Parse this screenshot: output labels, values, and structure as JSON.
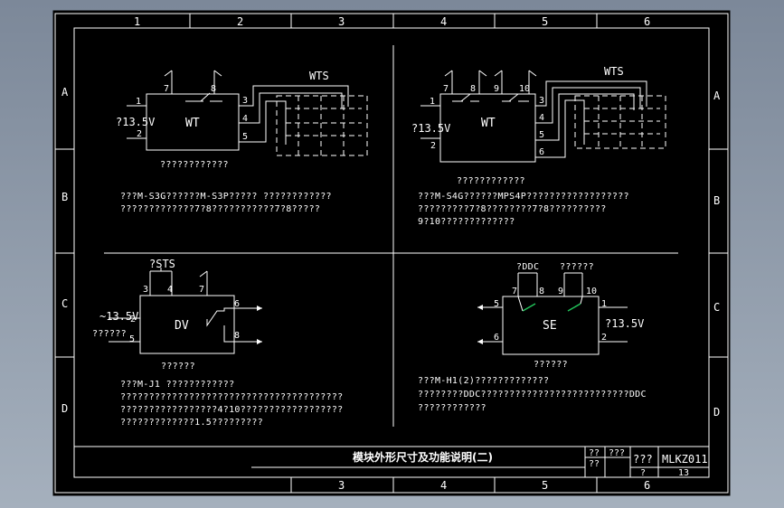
{
  "grid": {
    "top_cols": [
      "1",
      "2",
      "3",
      "4",
      "5",
      "6"
    ],
    "bottom_cols": [
      "3",
      "4",
      "5",
      "6"
    ],
    "rows": [
      "A",
      "B",
      "C",
      "D"
    ]
  },
  "panel_wt_single": {
    "pins": [
      "7",
      "8",
      "1",
      "3",
      "4",
      "5",
      "2"
    ],
    "supply_label": "?13.5V",
    "module_label": "WT",
    "sensor_label": "WTS",
    "caption": "????????????",
    "notes": [
      "???M-S3G??????M-S3P?????  ????????????",
      "?????????????7?8???????????7?8?????"
    ]
  },
  "panel_wt_double": {
    "pins": [
      "7",
      "8",
      "9",
      "10",
      "1",
      "3",
      "4",
      "5",
      "6",
      "2"
    ],
    "supply_label": "?13.5V",
    "module_label": "WT",
    "sensor_label": "WTS",
    "caption": "????????????",
    "notes": [
      "???M-S4G??????MPS4P??????????????????",
      "?????????7?8????????7?8??????????",
      "9?10?????????????"
    ]
  },
  "panel_dv": {
    "pins": [
      "3",
      "4",
      "7",
      "6",
      "2",
      "5",
      "8"
    ],
    "top_label": "?STS",
    "supply_label": "~13.5V",
    "left_label": "??????",
    "module_label": "DV",
    "caption": "??????",
    "notes": [
      "???M-J1  ????????????",
      "???????????????????????????????????????",
      "?????????????????4?10??????????????????",
      "?????????????1.5?????????"
    ]
  },
  "panel_se": {
    "pins": [
      "7",
      "8",
      "9",
      "10",
      "5",
      "1",
      "6",
      "2"
    ],
    "top_left_label": "?DDC",
    "top_right_label": "??????",
    "supply_label": "?13.5V",
    "module_label": "SE",
    "caption": "??????",
    "notes": [
      "???M-H1(2)?????????????",
      "????????DDC??????????????????????????DDC",
      "????????????"
    ]
  },
  "title_block": {
    "title": "模块外形尺寸及功能说明(二)",
    "small_a": "??",
    "small_b": "???",
    "small_c": "??",
    "code_label": "???",
    "drawing_no": "MLKZ011",
    "sheet_label": "?",
    "sheet_no": "13"
  }
}
